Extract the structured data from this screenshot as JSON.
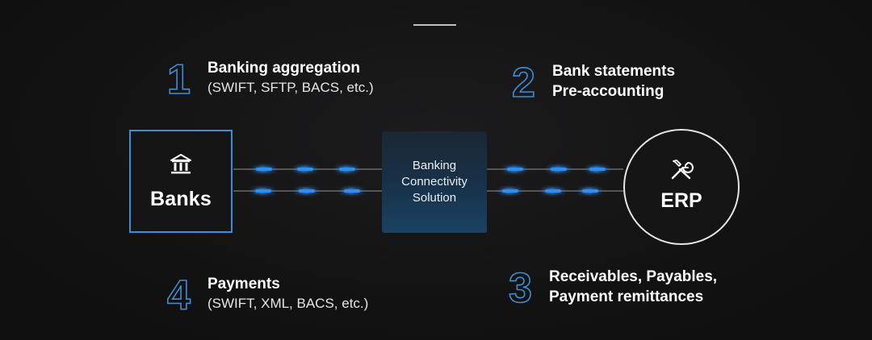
{
  "steps": [
    {
      "number": "1",
      "title": "Banking aggregation",
      "subtitle": "(SWIFT, SFTP, BACS, etc.)"
    },
    {
      "number": "2",
      "title": "Bank statements",
      "subtitle": "Pre-accounting"
    },
    {
      "number": "3",
      "title": "Receivables, Payables,",
      "subtitle": "Payment remittances"
    },
    {
      "number": "4",
      "title": "Payments",
      "subtitle": "(SWIFT, XML, BACS, etc.)"
    }
  ],
  "nodes": {
    "banks": {
      "label": "Banks",
      "icon": "bank-icon"
    },
    "solution": {
      "line1": "Banking",
      "line2": "Connectivity",
      "line3": "Solution"
    },
    "erp": {
      "label": "ERP",
      "icon": "tools-icon"
    }
  },
  "colors": {
    "accent": "#3a8fd6",
    "glow": "#2f8ff0",
    "background": "#121212",
    "line": "#7a7a7a"
  }
}
